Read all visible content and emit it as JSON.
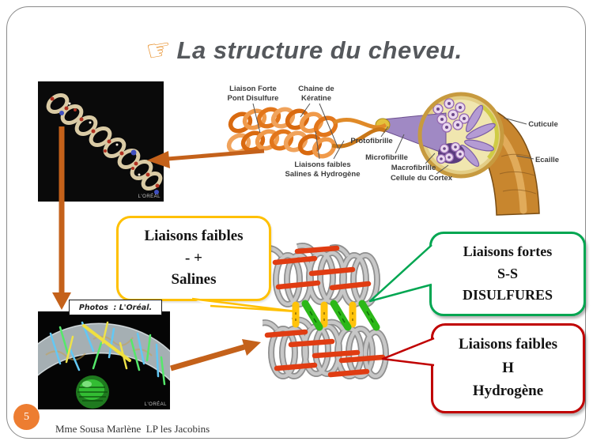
{
  "title": {
    "icon_glyph": "☞",
    "text": "La structure du cheveu."
  },
  "slide": {
    "number": "5",
    "footer": "Mme Sousa Marlène  LP les Jacobins"
  },
  "photos_label": "Photos  : L'Oréal.",
  "watermarks": {
    "helix": "L'ORÉAL",
    "cortex": "L'ORÉAL"
  },
  "hair_labels": {
    "liaison_forte": [
      "Liaison Forte",
      "Pont Disulfure"
    ],
    "chaine_keratine": [
      "Chaine de",
      "Kératine"
    ],
    "protofibrille": "Protofibrille",
    "microfibrille": "Microfibrille",
    "macrofibrille": "Macrofibrille",
    "cellule_cortex": "Cellule du Cortex",
    "liaisons_faibles": [
      "Liaisons faibles",
      "Salines & Hydrogène"
    ],
    "cuticule": "Cuticule",
    "ecaille": "Ecaille"
  },
  "callouts": {
    "salines": {
      "lines": [
        "Liaisons faibles",
        "- +",
        "Salines"
      ],
      "border_color": "#FFC000"
    },
    "disulfures": {
      "lines": [
        "Liaisons fortes",
        "S-S",
        "DISULFURES"
      ],
      "border_color": "#00A651"
    },
    "hydrogene": {
      "lines": [
        "Liaisons faibles",
        "H",
        "Hydrogène"
      ],
      "border_color": "#C00000"
    }
  },
  "colors": {
    "title_text": "#55585C",
    "hand_orange": "#E8912D",
    "arrow_orange": "#C4611A",
    "bond_saline_yellow": "#FFC30B",
    "bond_disulfide_green": "#2CB818",
    "bond_hydrogen_red": "#E03C12",
    "coil_gray": "#C7C7C7",
    "page_badge_orange": "#ED7D31"
  }
}
